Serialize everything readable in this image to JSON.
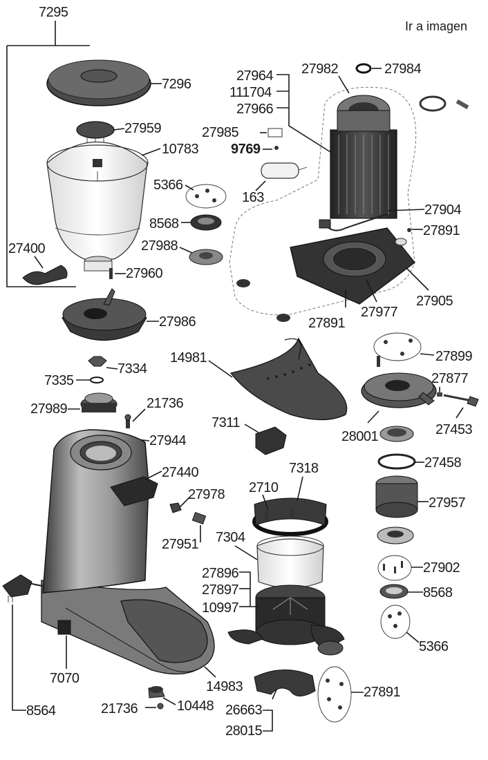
{
  "header": {
    "link_text": "Ir a imagen"
  },
  "labels": {
    "l7295": "7295",
    "l7296": "7296",
    "l27959": "27959",
    "l10783": "10783",
    "l5366a": "5366",
    "l8568a": "8568",
    "l27988": "27988",
    "l27400": "27400",
    "l27960": "27960",
    "l27986": "27986",
    "l7334": "7334",
    "l7335": "7335",
    "l27989": "27989",
    "l21736a": "21736",
    "l27944": "27944",
    "l27440": "27440",
    "l27978": "27978",
    "l27951": "27951",
    "l7070": "7070",
    "l8564": "8564",
    "l21736b": "21736",
    "l10448": "10448",
    "l14983": "14983",
    "l27964": "27964",
    "l111704": "111704",
    "l27966": "27966",
    "l27982": "27982",
    "l27984": "27984",
    "l27985": "27985",
    "l9769": "9769",
    "l163": "163",
    "l27904": "27904",
    "l27891a": "27891",
    "l27905": "27905",
    "l27977": "27977",
    "l27891b": "27891",
    "l14981": "14981",
    "l27899": "27899",
    "l27877": "27877",
    "l28001": "28001",
    "l27453": "27453",
    "l7311": "7311",
    "l7318": "7318",
    "l2710": "2710",
    "l7304": "7304",
    "l27896": "27896",
    "l27897": "27897",
    "l10997": "10997",
    "l27458": "27458",
    "l27957": "27957",
    "l27902": "27902",
    "l8568b": "8568",
    "l5366b": "5366",
    "l27891c": "27891",
    "l26663": "26663",
    "l28015": "28015"
  },
  "colors": {
    "ink": "#1a1a1a",
    "part_dark": "#3a3a3a",
    "part_mid": "#8a8a8a",
    "part_light": "#d9d9d9"
  }
}
